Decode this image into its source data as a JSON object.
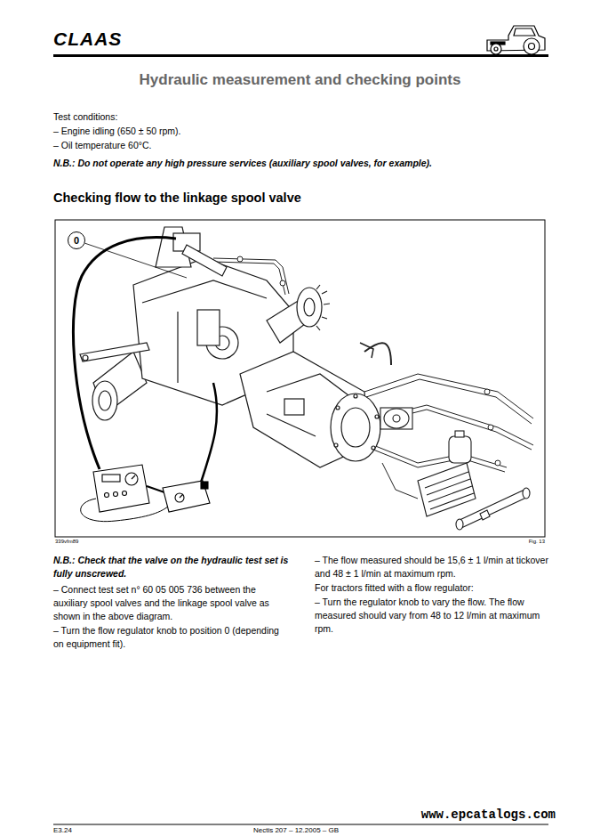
{
  "diagram": {
    "title": "Hydraulic measurement and checking points",
    "nodes": [
      {
        "text": [
          "0"
        ]
      }
    ],
    "labels": [
      "CLAAS",
      "Test conditions:",
      "– Engine idling (650 ± 50 rpm).",
      "– Oil temperature 60°C.",
      "N.B.: Do not operate any high pressure services (auxiliary spool valves, for example).",
      "Checking flow to the linkage spool valve",
      "339vfm89",
      "Fig. 13",
      "N.B.: Check that the valve on the hydraulic test set is fully unscrewed.",
      "– Connect test set n° 60 05 005 736 between the auxiliary spool valves and the linkage spool valve as shown in the above diagram.",
      "– Turn the flow regulator knob to position 0 (depending on equipment fit).",
      "– The flow measured should be 15,6 ± 1 l/min at tickover and 48 ± 1 l/min at maximum rpm.",
      "For tractors fitted with a flow regulator:",
      "– Turn the regulator knob to vary the flow. The flow measured should vary from 48 to 12 l/min at maximum rpm.",
      "E3.24",
      "Nectis 207 – 12.2005 – GB",
      "www.epcatalogs.com"
    ]
  }
}
